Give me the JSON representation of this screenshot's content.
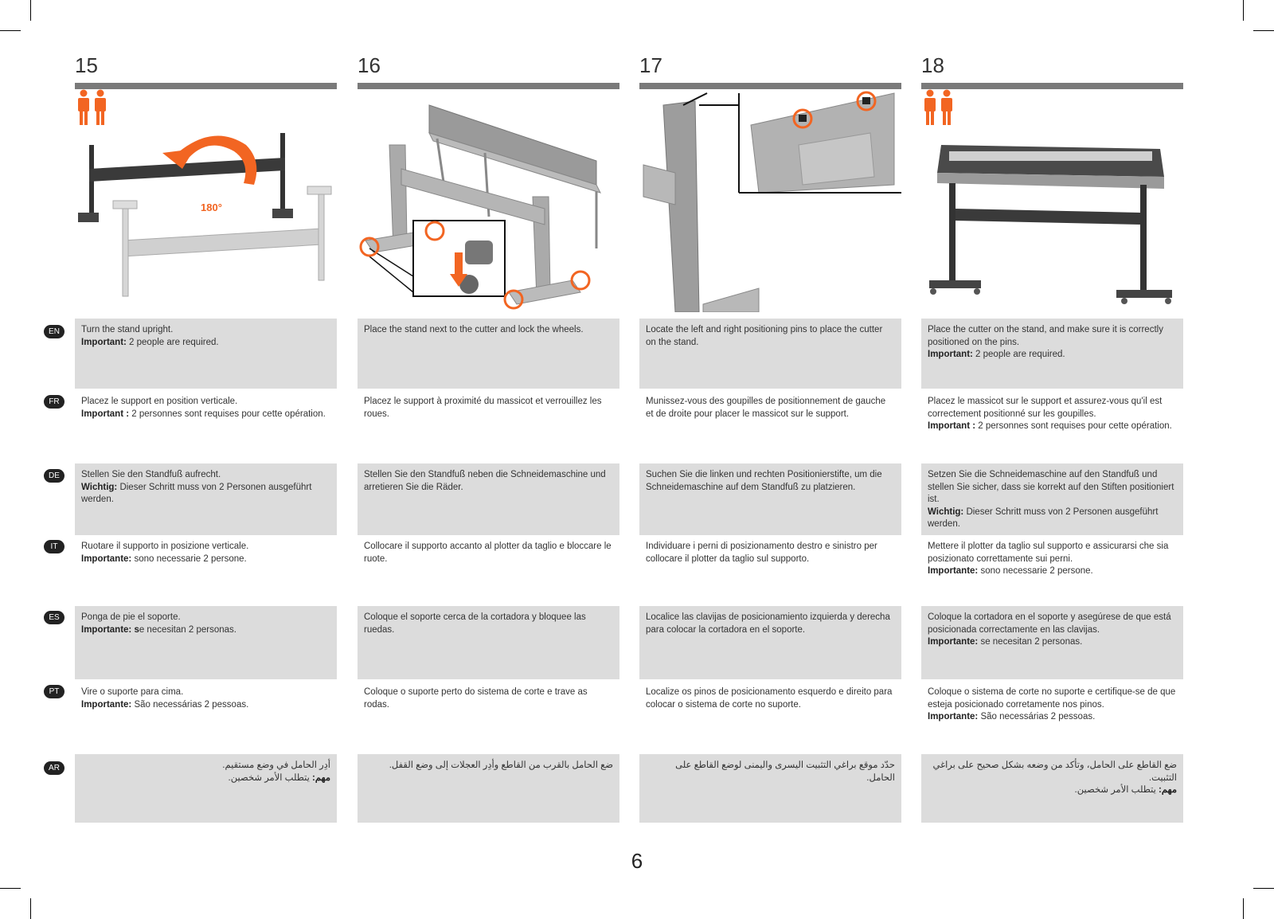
{
  "steps": [
    {
      "number": "15",
      "two_people_icon": true,
      "rotation_label": "180°",
      "texts": {
        "en": {
          "line1": "Turn the stand upright.",
          "imp_label": "Important:",
          "imp_text": " 2 people are required."
        },
        "fr": {
          "line1": "Placez le support en position verticale.",
          "imp_label": "Important :",
          "imp_text": " 2 personnes sont requises pour cette opération."
        },
        "de": {
          "line1": "Stellen Sie den Standfuß aufrecht.",
          "imp_label": "Wichtig:",
          "imp_text": " Dieser Schritt muss von 2 Personen ausgeführt werden."
        },
        "it": {
          "line1": "Ruotare il supporto in posizione verticale.",
          "imp_label": "Importante:",
          "imp_text": " sono necessarie 2 persone."
        },
        "es": {
          "line1": "Ponga de pie el soporte.",
          "imp_label": "Importante: s",
          "imp_text": "e necesitan 2 personas."
        },
        "pt": {
          "line1": "Vire o suporte para cima.",
          "imp_label": "Importante:",
          "imp_text": " São necessárias 2 pessoas."
        },
        "ar": {
          "line1": "أدِر الحامل في وضع مستقيم.",
          "imp_label": "مهم:",
          "imp_text": " يتطلب الأمر شخصين."
        }
      }
    },
    {
      "number": "16",
      "two_people_icon": false,
      "texts": {
        "en": {
          "line1": "Place the stand next to the cutter and lock the wheels."
        },
        "fr": {
          "line1": "Placez le support à proximité du massicot et verrouillez les roues."
        },
        "de": {
          "line1": "Stellen Sie den Standfuß neben die Schneidemaschine und arretieren Sie die Räder."
        },
        "it": {
          "line1": "Collocare il supporto accanto al plotter da taglio e bloccare le ruote."
        },
        "es": {
          "line1": "Coloque el soporte cerca de la cortadora y bloquee las ruedas."
        },
        "pt": {
          "line1": "Coloque o suporte perto do sistema de corte e trave as rodas."
        },
        "ar": {
          "line1": "ضع الحامل بالقرب من القاطع وأدِر العجلات إلى وضع القفل."
        }
      }
    },
    {
      "number": "17",
      "two_people_icon": false,
      "texts": {
        "en": {
          "line1": "Locate the left and right positioning pins to place the cutter on the stand."
        },
        "fr": {
          "line1": "Munissez-vous des goupilles de positionnement de gauche et de droite pour placer le massicot sur le support."
        },
        "de": {
          "line1": "Suchen Sie die linken und rechten Positionierstifte, um die Schneidemaschine auf dem Standfuß zu platzieren."
        },
        "it": {
          "line1": "Individuare i perni di posizionamento destro e sinistro per collocare il plotter da taglio sul supporto."
        },
        "es": {
          "line1": "Localice las clavijas de posicionamiento izquierda y derecha para colocar la cortadora en el soporte."
        },
        "pt": {
          "line1": "Localize os pinos de posicionamento esquerdo e direito para colocar o sistema de corte no suporte."
        },
        "ar": {
          "line1": "حدّد موقع براغي التثبيت اليسرى واليمنى لوضع القاطع على الحامل."
        }
      }
    },
    {
      "number": "18",
      "two_people_icon": true,
      "texts": {
        "en": {
          "line1": "Place the cutter on the stand, and make sure it is correctly positioned on the pins.",
          "imp_label": "Important:",
          "imp_text": " 2 people are required."
        },
        "fr": {
          "line1": "Placez le massicot sur le support et assurez-vous qu'il est correctement positionné sur les goupilles.",
          "imp_label": "Important :",
          "imp_text": " 2 personnes sont requises pour cette opération."
        },
        "de": {
          "line1": "Setzen Sie die Schneidemaschine auf den Standfuß und stellen Sie sicher, dass sie korrekt auf den Stiften positioniert ist.",
          "imp_label": "Wichtig:",
          "imp_text": " Dieser Schritt muss von 2 Personen ausgeführt werden."
        },
        "it": {
          "line1": "Mettere il plotter da taglio sul supporto e assicurarsi che sia posizionato correttamente sui perni.",
          "imp_label": "Importante:",
          "imp_text": " sono necessarie 2 persone."
        },
        "es": {
          "line1": "Coloque la cortadora en el soporte y asegúrese de que está posicionada correctamente en las clavijas.",
          "imp_label": "Importante:",
          "imp_text": " se necesitan 2 personas."
        },
        "pt": {
          "line1": "Coloque o sistema de corte no suporte e certifique-se de que esteja posicionado corretamente nos pinos.",
          "imp_label": "Importante:",
          "imp_text": " São necessárias 2 pessoas."
        },
        "ar": {
          "line1": "ضع القاطع على الحامل، وتأكد من وضعه بشكل صحيح على براغي التثبيت.",
          "imp_label": "مهم:",
          "imp_text": " يتطلب الأمر شخصين."
        }
      }
    }
  ],
  "languages": [
    "EN",
    "FR",
    "DE",
    "IT",
    "ES",
    "PT",
    "AR"
  ],
  "page_number": "6",
  "colors": {
    "accent": "#f26522",
    "bar": "#7a7a7a",
    "cell_gray": "#dcdcdc"
  }
}
